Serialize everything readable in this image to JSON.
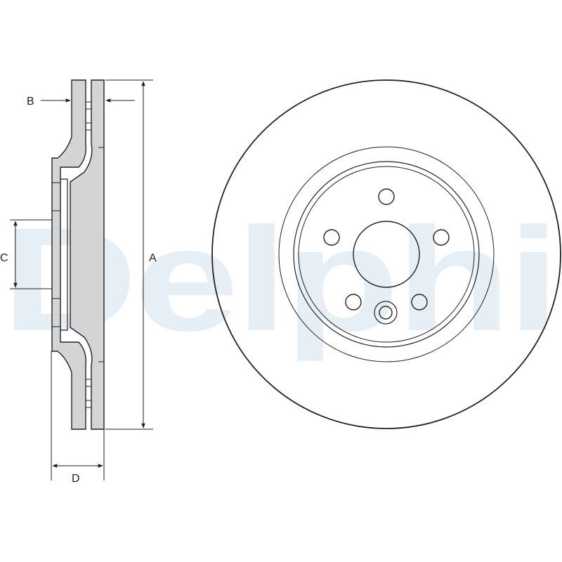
{
  "watermark": {
    "text": "Delphi",
    "color": "#e6eef6"
  },
  "dimensions": {
    "A": "A",
    "B": "B",
    "C": "C",
    "D": "D"
  },
  "colors": {
    "line": "#222222",
    "section_fill": "#d4d4d4",
    "background": "#ffffff"
  }
}
